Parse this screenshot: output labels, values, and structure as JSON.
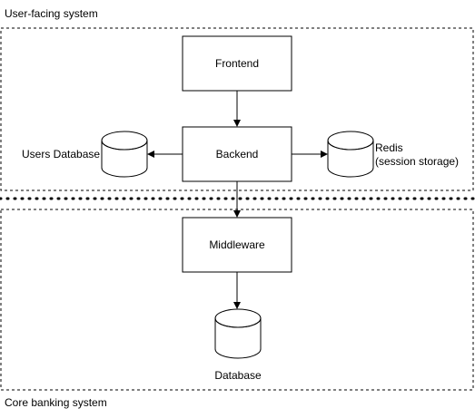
{
  "regions": {
    "user_facing": {
      "label": "User-facing system"
    },
    "core_banking": {
      "label": "Core banking system"
    }
  },
  "nodes": {
    "frontend": {
      "label": "Frontend"
    },
    "backend": {
      "label": "Backend"
    },
    "middleware": {
      "label": "Middleware"
    },
    "users_db": {
      "label": "Users Database"
    },
    "redis": {
      "label_line1": "Redis",
      "label_line2": "(session storage)"
    },
    "database": {
      "label": "Database"
    }
  }
}
